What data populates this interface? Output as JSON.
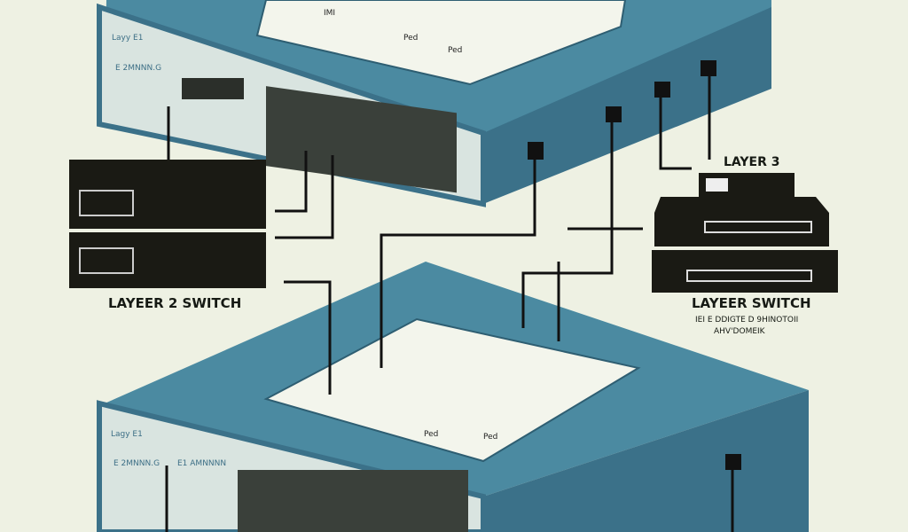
{
  "labels": {
    "layer3": "LAYER 3",
    "layer2_switch": "LAYEER 2 SWITCH",
    "layer_switch": "LAYEER SWITCH",
    "layer_switch_sub1": "IEI E DDIGTE D 9HINOTOII",
    "layer_switch_sub2": "AHV'DOMEIK"
  },
  "top_switch": {
    "label1": "Layy E1",
    "label2": "E 2MNNN.G",
    "plate_texts": [
      "IMI",
      "Ped",
      "Ped"
    ]
  },
  "bottom_switch": {
    "label1": "Lagy E1",
    "label2": "E 2MNNN.G",
    "label3": "E1 AMNNNN",
    "plate_texts": [
      "Ped",
      "Ped"
    ]
  },
  "colors": {
    "background": "#eef1e3",
    "switch_top": "#4b8aa1",
    "switch_side": "#3b7189",
    "panel": "#e6ece0",
    "device": "#1a1a14"
  }
}
